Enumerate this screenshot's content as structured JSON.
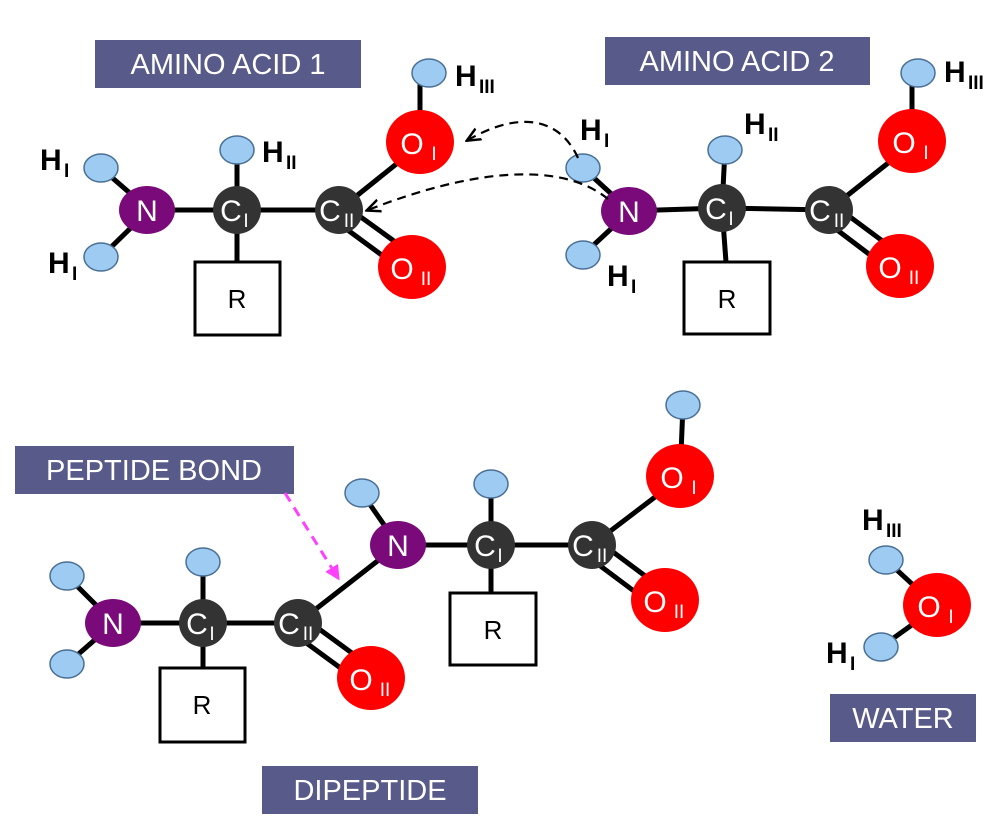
{
  "labels": {
    "amino_acid_1": "AMINO ACID 1",
    "amino_acid_2": "AMINO ACID 2",
    "peptide_bond": "PEPTIDE BOND",
    "dipeptide": "DIPEPTIDE",
    "water": "WATER"
  },
  "atoms": {
    "n": "N",
    "c": "C",
    "o": "O",
    "h": "H",
    "r": "R"
  },
  "subscripts": {
    "i": "I",
    "ii": "II",
    "iii": "III"
  },
  "colors": {
    "label_box": "#585a89",
    "nitrogen": "#7a0a7a",
    "carbon": "#333333",
    "oxygen": "#ff0000",
    "hydrogen": "#9ecbf2",
    "peptide_arrow": "#ff40ff"
  }
}
